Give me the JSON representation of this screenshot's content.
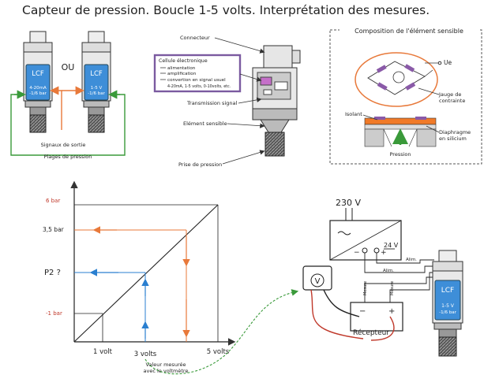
{
  "title": "Capteur de pression. Boucle 1-5 volts. Interprétation des mesures.",
  "sensor_left": {
    "brand": "LCF",
    "signal": "4-20mA",
    "range": "-1/6 bar"
  },
  "ou": "OU",
  "sensor_right": {
    "brand": "LCF",
    "signal": "1-5 V",
    "range": "-1/6 bar"
  },
  "labels_left": {
    "signaux": "Signaux de sortie",
    "plages": "Plages de pression"
  },
  "cutaway": {
    "connecteur": "Connecteur",
    "cellule_title": "Cellule électronique",
    "cellule_items": [
      "alimentation",
      "amplification",
      "convertion en signal usuel",
      "4-20mA, 1-5 volts, 0-10volts, etc."
    ],
    "transmission": "Transmission signal",
    "element": "Elément sensible",
    "prise": "Prise de pression"
  },
  "composition": {
    "title": "Composition de l'élément sensible",
    "ue": "Ue",
    "jauge": "Jauge de contrainte",
    "isolant": "Isolant",
    "diaphragme": "Diaphragme en silicium",
    "pression": "Pression"
  },
  "graph": {
    "y_labels": [
      "6 bar",
      "3,5 bar",
      "P2 ?",
      "-1 bar"
    ],
    "x_labels": [
      "1 volt",
      "3 volts",
      "5 volts"
    ],
    "note": "Valeur mesurée avec le voltmètre"
  },
  "circuit": {
    "supply": "230 V",
    "dc": "24 V",
    "alim1": "Alim.",
    "alim2": "Alim.",
    "mesure1": "Mesure",
    "mesure2": "Mesure",
    "recepteur": "Récepteur",
    "voltmeter": "V",
    "minus": "−",
    "plus": "+"
  },
  "sensor_bottom": {
    "brand": "LCF",
    "signal": "1-5 V",
    "range": "-1/6 bar"
  }
}
